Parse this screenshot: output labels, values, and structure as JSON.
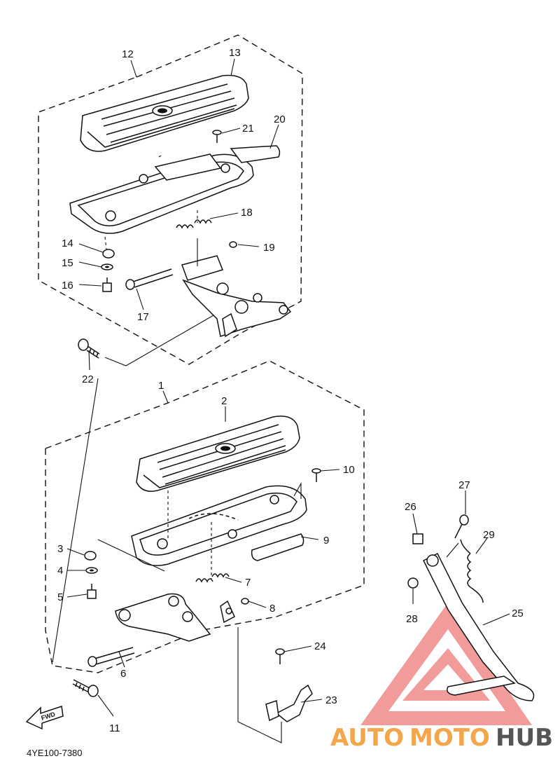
{
  "diagram": {
    "reference_code": "4YE100-7380",
    "fwd_label": "FWD",
    "watermark": {
      "auto": "AUTO",
      "moto": "MOTO",
      "hub": "HUB",
      "color_red": "#e23b3b",
      "color_orange": "#f4a64a",
      "color_gray": "#555555"
    },
    "parts": [
      {
        "num": "1"
      },
      {
        "num": "2"
      },
      {
        "num": "3"
      },
      {
        "num": "4"
      },
      {
        "num": "5"
      },
      {
        "num": "6"
      },
      {
        "num": "7"
      },
      {
        "num": "8"
      },
      {
        "num": "9"
      },
      {
        "num": "10"
      },
      {
        "num": "11"
      },
      {
        "num": "12"
      },
      {
        "num": "13"
      },
      {
        "num": "14"
      },
      {
        "num": "15"
      },
      {
        "num": "16"
      },
      {
        "num": "17"
      },
      {
        "num": "18"
      },
      {
        "num": "19"
      },
      {
        "num": "20"
      },
      {
        "num": "21"
      },
      {
        "num": "22"
      },
      {
        "num": "23"
      },
      {
        "num": "24"
      },
      {
        "num": "25"
      },
      {
        "num": "26"
      },
      {
        "num": "27"
      },
      {
        "num": "28"
      },
      {
        "num": "29"
      }
    ]
  }
}
